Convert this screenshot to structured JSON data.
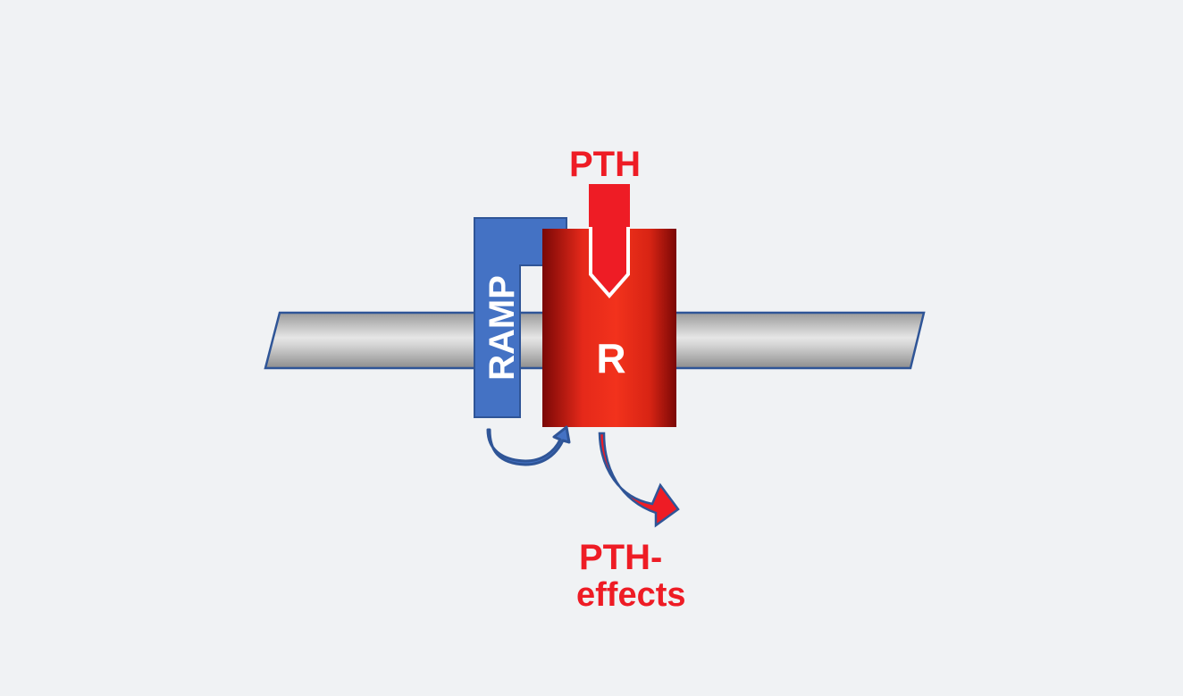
{
  "diagram": {
    "ligand_label": "PTH",
    "receptor_label": "R",
    "ramp_label": "RAMP",
    "effects_line1": "PTH-",
    "effects_line2": "effects"
  },
  "colors": {
    "background": "#f0f2f4",
    "ligand_red": "#ee1c25",
    "receptor_red": "#e8321a",
    "receptor_dark": "#8a0a06",
    "ramp_blue": "#4472c4",
    "ramp_blue_dark": "#2f5597",
    "membrane_gray": "#c8c8c8",
    "membrane_outline": "#2f5597",
    "text_white": "#ffffff"
  }
}
